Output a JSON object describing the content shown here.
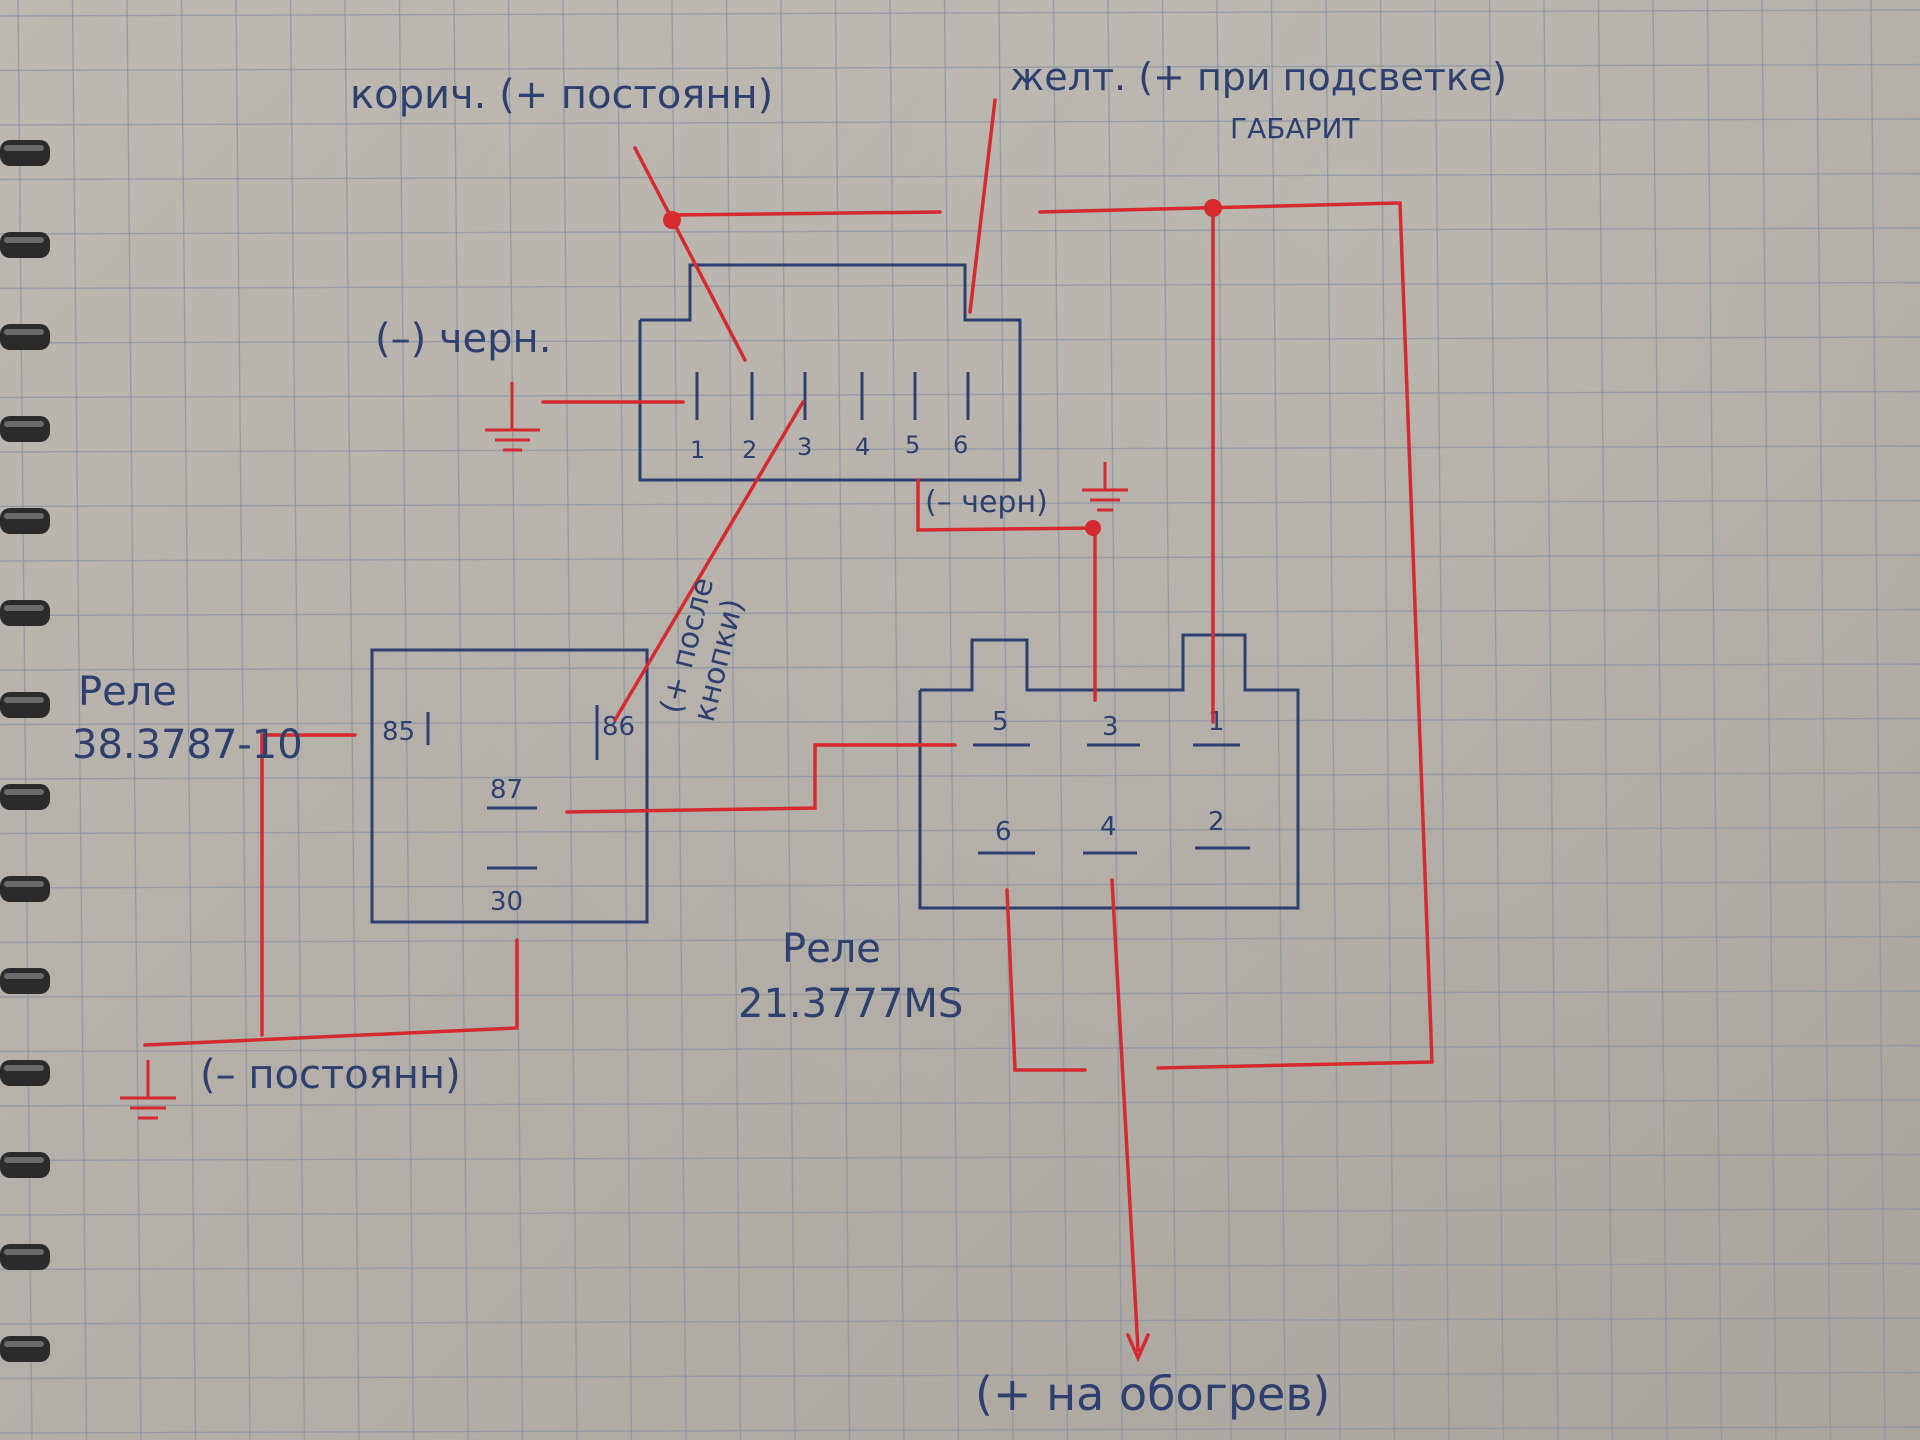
{
  "colors": {
    "paper": "#b8b3ac",
    "grid": "#8a94a6",
    "ink_blue": "#2f3f6e",
    "ink_red": "#d42a30",
    "spiral": "#2b2b2b"
  },
  "labels": {
    "brown_wire": "корич. (+ постоянн)",
    "yellow_wire": "желт. (+ при подсветке)",
    "gabarit": "ГАБАРИТ",
    "black_neg": "(–) черн.",
    "black_neg_right": "(– черн)",
    "after_button_line1": "(+ после",
    "after_button_line2": "кнопки)",
    "relay1_title": "Реле",
    "relay1_model": "38.3787-10",
    "relay2_title": "Реле",
    "relay2_model": "21.3777MS",
    "neg_constant": "(– постоянн)",
    "to_heater": "(+ на обогрев)"
  },
  "connector_pins": [
    "1",
    "2",
    "3",
    "4",
    "5",
    "6"
  ],
  "relay1_pins": {
    "p85": "85",
    "p86": "86",
    "p87": "87",
    "p30": "30"
  },
  "relay2_pins": {
    "p5": "5",
    "p3": "3",
    "p1": "1",
    "p6": "6",
    "p4": "4",
    "p2": "2"
  },
  "icons": [
    "ground-icon",
    "notebook-spiral-icon"
  ]
}
